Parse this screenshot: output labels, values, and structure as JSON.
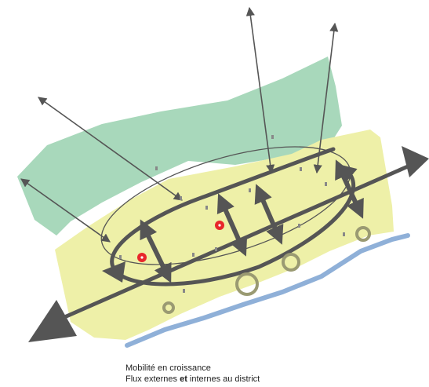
{
  "caption": {
    "line1": "Mobilité en croissance",
    "line2_part1": "Flux externes ",
    "line2_bold": "et",
    "line2_part2": " internes au district"
  },
  "colors": {
    "green_zone": "#a8d8bb",
    "yellow_zone": "#eef0a8",
    "river": "#8fb0d8",
    "arrow": "#555555",
    "node_red": "#e8262b",
    "circle_olive": "#9a9a72"
  }
}
